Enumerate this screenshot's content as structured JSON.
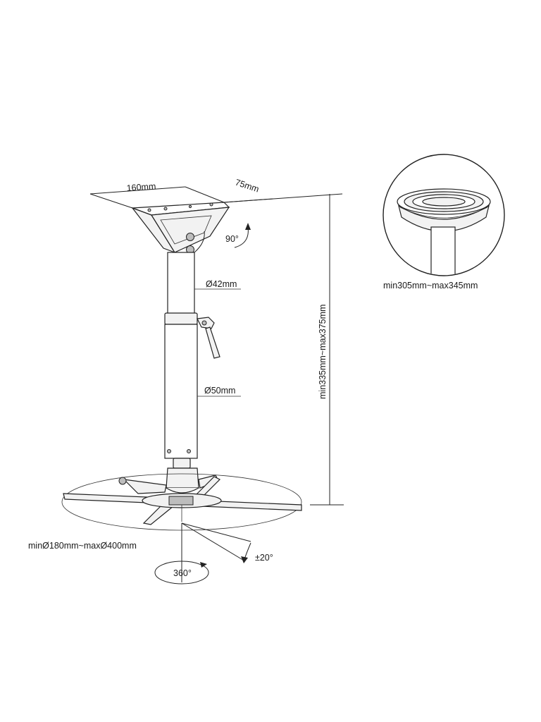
{
  "dimensions": {
    "width_label": "160mm",
    "depth_label": "75mm",
    "tilt_label": "90°",
    "upper_tube_label": "Ø42mm",
    "lower_tube_label": "Ø50mm",
    "height_label": "min335mm~max375mm",
    "span_label": "minØ180mm~maxØ400mm",
    "angle_label": "±20°",
    "rotation_label": "360°"
  },
  "detail": {
    "label": "min305mm~max345mm"
  }
}
